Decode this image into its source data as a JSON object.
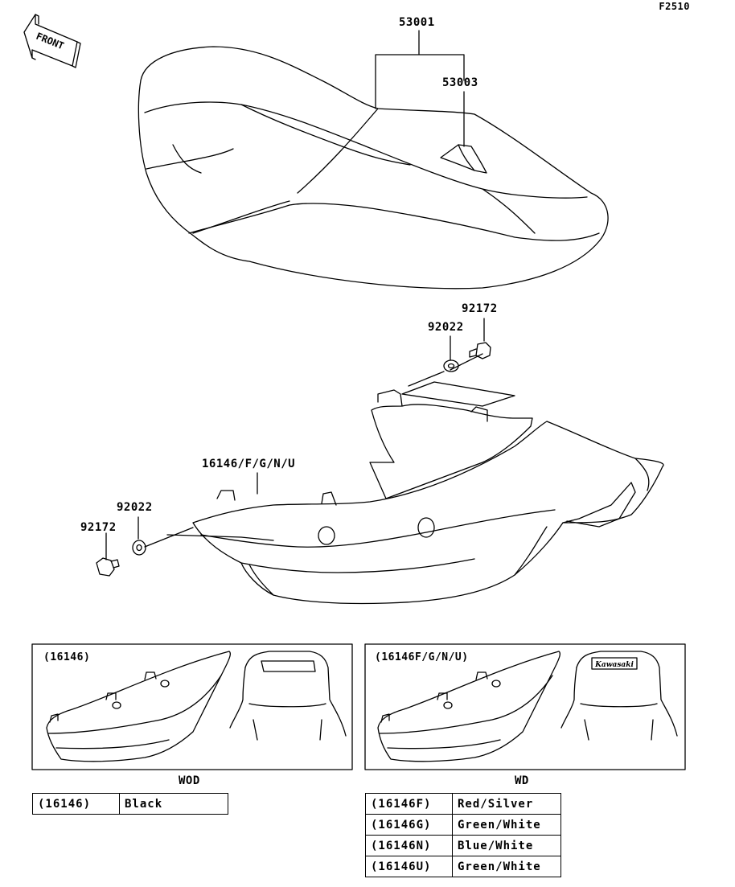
{
  "figure_code": "F2510",
  "front_label": "FRONT",
  "callouts": {
    "seat": "53001",
    "seat_cover": "53003",
    "bolt_right": "92172",
    "washer_right": "92022",
    "side_cover": "16146/F/G/N/U",
    "washer_left": "92022",
    "bolt_left": "92172"
  },
  "insets": [
    {
      "label": "(16146)",
      "caption": "WOD"
    },
    {
      "label": "(16146F/G/N/U)",
      "caption": "WD"
    }
  ],
  "emblem_text": "Kawasaki",
  "tables": {
    "wod": [
      {
        "code": "(16146)",
        "color": "Black"
      }
    ],
    "wd": [
      {
        "code": "(16146F)",
        "color": "Red/Silver"
      },
      {
        "code": "(16146G)",
        "color": "Green/White"
      },
      {
        "code": "(16146N)",
        "color": "Blue/White"
      },
      {
        "code": "(16146U)",
        "color": "Green/White"
      }
    ]
  }
}
